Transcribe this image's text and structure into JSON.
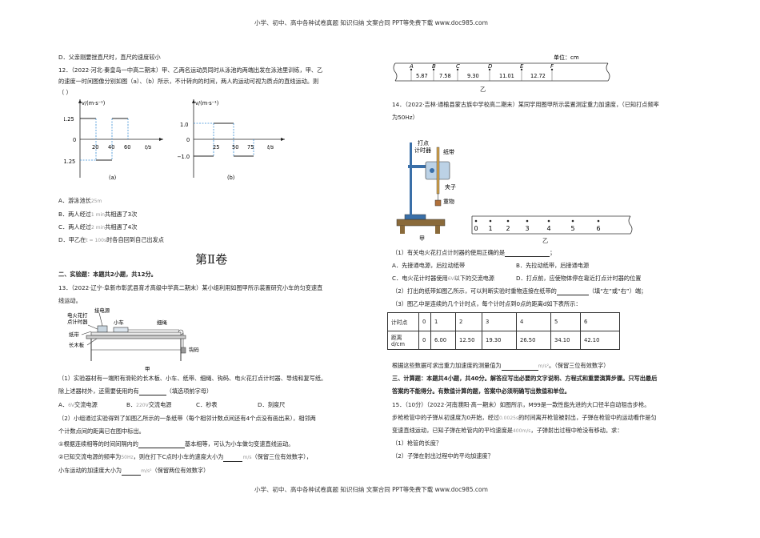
{
  "header": {
    "text": "小学、初中、高中各种试卷真题  知识归纳  文案合同  PPT等免费下载    www.doc985.com"
  },
  "footer": {
    "text": "小学、初中、高中各种试卷真题  知识归纳  文案合同  PPT等免费下载    www.doc985.com"
  },
  "left": {
    "optD_prev": "D．父亲刚要挫直尺时，直尺的速度较小",
    "q12_line1": "12．（2022·河北·秦皇岛一中高二期末）甲、乙两名运动员同时从泳池的两端出发在泳池里训练，甲、乙",
    "q12_line2": "的速度一时间图像分别如图（a）、（b）所示，不计转向的时间，两人的运动可视为质点的直线运动。则",
    "q12_line3": "（      ）",
    "graph_a": {
      "ylabel": "v/(m·s⁻¹)",
      "y_ticks": [
        "1.25",
        "0",
        "−1.25"
      ],
      "x_ticks": [
        "20",
        "40",
        "60"
      ],
      "xlabel": "t/s",
      "caption": "(a)"
    },
    "graph_b": {
      "ylabel": "v/(m·s⁻¹)",
      "y_ticks": [
        "1.0",
        "0",
        "−1.0"
      ],
      "x_ticks": [
        "25",
        "50",
        "75"
      ],
      "xlabel": "t/s",
      "caption": "(b)"
    },
    "q12_A": "A．游泳池长",
    "q12_A_val": "25m",
    "q12_B_pre": "B．两人经过",
    "q12_B_val": "1 min",
    "q12_B_post": "共相遇了3次",
    "q12_C_pre": "C．两人经过",
    "q12_C_val": "2 min",
    "q12_C_post": "共相遇了4次",
    "q12_D_pre": "D．甲乙在",
    "q12_D_val": "t = 100s",
    "q12_D_post": "时各自回到自己出发点",
    "volume_title": "第Ⅱ卷",
    "sec2_title": "二、实验题：本题共2小题，共12分。",
    "q13_line1": "13．（2022·辽宁·阜新市彰武县育才高级中学高二期末）某小组利用如图甲所示装置研究小车的匀变速直",
    "q13_line2": "线运动。",
    "fig13": {
      "timer": "电火花打",
      "timer2": "点计时器",
      "power": "接电源",
      "car": "小车",
      "rope": "细绳",
      "tape": "纸带",
      "board": "长木板",
      "weight": "钩码",
      "caption": "甲"
    },
    "q13_1_line1": "（1）实验器材有一端附有滑轮的长木板、小车、纸带、细绳、钩码、电火花打点计时器、导线和复写纸。",
    "q13_1_line2_pre": "除上述器材外，还需要使用的有",
    "q13_1_line2_post": "（填选项前字母）",
    "q13_opt_A_pre": "A．",
    "q13_opt_A_val": "6V",
    "q13_opt_A_post": "交流电源",
    "q13_opt_B_pre": "B．",
    "q13_opt_B_val": "220V",
    "q13_opt_B_post": "交流电源",
    "q13_opt_C": "C．秒表",
    "q13_opt_D": "D．刻度尺",
    "q13_2_line1": "（2）小组通过实验得到了如图乙所示的一条纸带（每个相邻计数点间还有4个点没有画出来），相邻两",
    "q13_2_line2": "个计数点间的距离已在图中标出。",
    "q13_2_i_pre": "①根据连续相等的时间间隔内的",
    "q13_2_i_post": "基本相等，可认为小车做匀变速直线运动。",
    "q13_2_ii_pre": "②已知交流电源的频率为",
    "q13_2_ii_freq": "50Hz",
    "q13_2_ii_mid": "，则在打下C点时小车的速度大小为",
    "q13_2_ii_unit": "m/s",
    "q13_2_ii_post": "（保留三位有效数字），",
    "q13_2_iii_pre": "小车运动的加速度大小为",
    "q13_2_iii_unit": "m/s²",
    "q13_2_iii_post": "（保留两位有效数字）"
  },
  "right": {
    "tape_unit": "单位：cm",
    "tape_points": [
      "A",
      "B",
      "C",
      "D",
      "E",
      "F"
    ],
    "tape_dists": [
      "5.87",
      "7.58",
      "9.30",
      "11.01",
      "12.72"
    ],
    "tape_caption": "乙",
    "q14_line1": "14．（2022·吉林·通榆县蒙古族中学校高二期末）某同学用图甲所示装置测定重力加速度，（已知打点频率",
    "q14_line2": "为50Hz）",
    "fig14": {
      "timer": "打点",
      "timer2": "计时器",
      "tape": "纸带",
      "clip": "夹子",
      "weight": "重物",
      "caption": "甲"
    },
    "tape2_ticks": [
      "0",
      "1",
      "2",
      "3",
      "4",
      "5",
      "6"
    ],
    "tape2_caption": "乙",
    "q14_1": "（1）有关电火花打点计时器的使用正确的是",
    "q14_opt_A": "A．先接通电源，后拉动纸带",
    "q14_opt_B": "B．先拉动纸带，后接通电源",
    "q14_opt_C_pre": "C．电火花计时器使用",
    "q14_opt_C_val": "6V",
    "q14_opt_C_post": "以下的交流电源",
    "q14_opt_D": "D．打点前，应使物体停在靠近打点计时器的位置",
    "q14_2_pre": "（2）打出的纸带如图乙所示，可以判断实验时重物连接在纸带的",
    "q14_2_post": "（填“左”或“右”）端；",
    "q14_3": "（3）图乙中是连续的几个计时点，每个计时点到0点的距离d如下表所示：",
    "table": {
      "row1_label": "计时点",
      "row1": [
        "0",
        "1",
        "2",
        "3",
        "4",
        "5",
        "6"
      ],
      "row2_label": "距离d/cm",
      "row2": [
        "0",
        "6.00",
        "12.50",
        "19.30",
        "26.50",
        "34.10",
        "42.10"
      ]
    },
    "q14_4_pre": "根据这些数据可求出重力加速度的测量值为",
    "q14_4_unit": "m/s²",
    "q14_4_post": "。（保留三位有效数字）",
    "sec3_line1": "三、计算题：本题共4小题，共40分。解答应写出必要的文字说明、方程式和重要演算步骤。只写出最后",
    "sec3_line2": "答案的不能得分。有数值计算的题，答案中必须明确写出数值和单位。",
    "q15_line1": "15．（10分）（2022·河南濮阳·高一期末）如图所示，M99是一款性能先进的大口径半自动狙击步枪。",
    "q15_line2_pre": "步枪枪管中的子弹从初速度为0开始，经过",
    "q15_line2_val": "0.0025s",
    "q15_line2_post": "的时间离开枪管被射出，子弹在枪管中的运动看作是匀",
    "q15_line3_pre": "变速直线运动，已知子弹在枪管内的平均速度是",
    "q15_line3_val": "400m/s",
    "q15_line3_post": "，子弹射出过程中枪没有移动。求：",
    "q15_1": "（1）枪管的长度？",
    "q15_2": "（2）子弹在射出过程中的平均加速度？"
  }
}
